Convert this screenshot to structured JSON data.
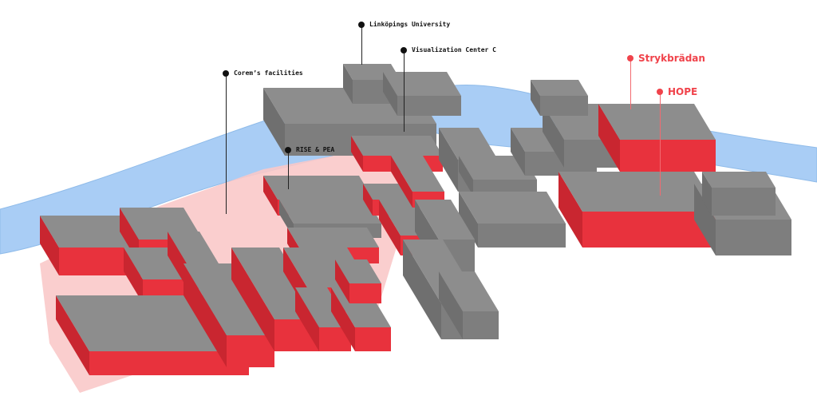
{
  "map": {
    "colors": {
      "water": "#a9cdf5",
      "zone": "#f9c9c9",
      "building_top": "#8d8d8d",
      "building_side": "#6f6f6f",
      "highlight": "#e8323d",
      "label_accent": "#f0434b"
    },
    "labels": [
      {
        "id": "corem",
        "text": "Corem’s facilities",
        "style": "dark"
      },
      {
        "id": "liu",
        "text": "Linköpings University",
        "style": "dark"
      },
      {
        "id": "vcc",
        "text": "Visualization Center C",
        "style": "dark"
      },
      {
        "id": "rise",
        "text": "RISE & PEA",
        "style": "dark"
      },
      {
        "id": "stryk",
        "text": "Strykbrädan",
        "style": "accent"
      },
      {
        "id": "hope",
        "text": "HOPE",
        "style": "accent"
      }
    ]
  }
}
